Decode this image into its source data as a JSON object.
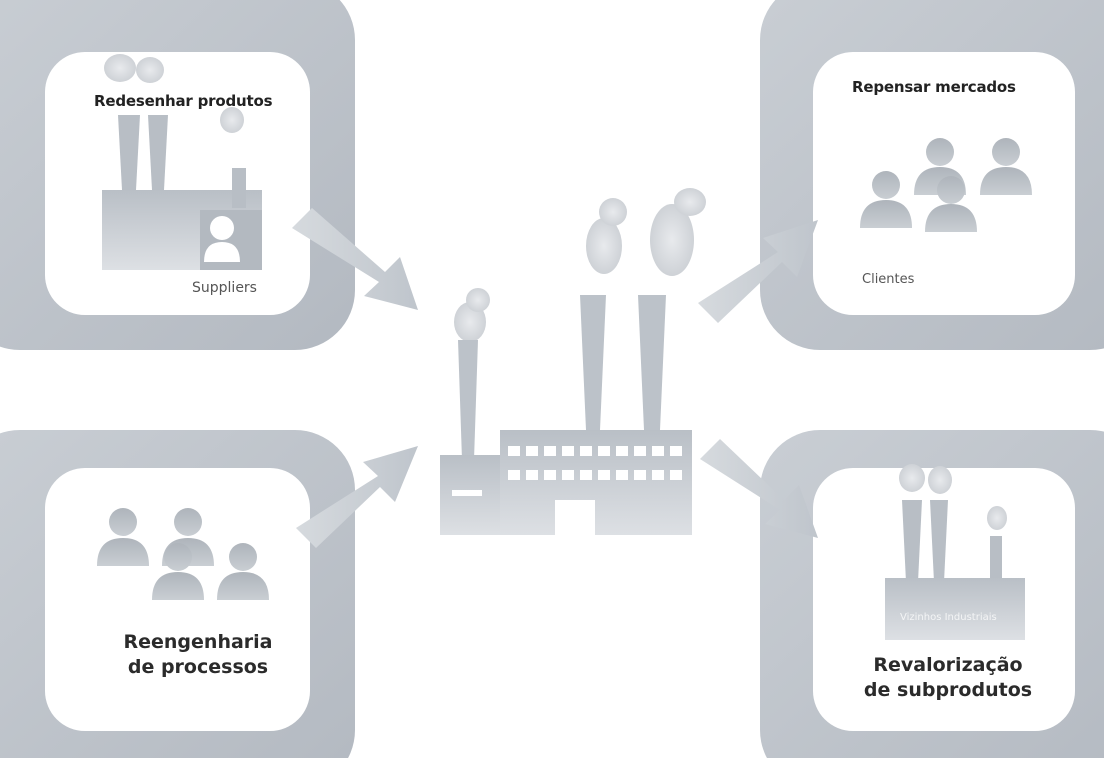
{
  "boxes": {
    "top_left": {
      "title": "Redesenhar produtos",
      "sub_label": "Suppliers"
    },
    "top_right": {
      "title": "Repensar mercados",
      "sub_label": "Clientes"
    },
    "bottom_left": {
      "title_line1": "Reengenharia",
      "title_line2": "de processos"
    },
    "bottom_right": {
      "title_line1": "Revalorização",
      "title_line2": "de subprodutos",
      "sub_label": "Vizinhos Industriais"
    }
  },
  "colors": {
    "frame": "#bcc2c9",
    "frame_light": "#d3d7dc",
    "factory": "#c3c8ce",
    "factory_dark": "#a9afb6",
    "smoke": "#d9dce0",
    "arrow": "#c9ced4"
  },
  "icons": [
    "factory-icon",
    "person-icon",
    "smoke-icon",
    "arrow-icon"
  ]
}
